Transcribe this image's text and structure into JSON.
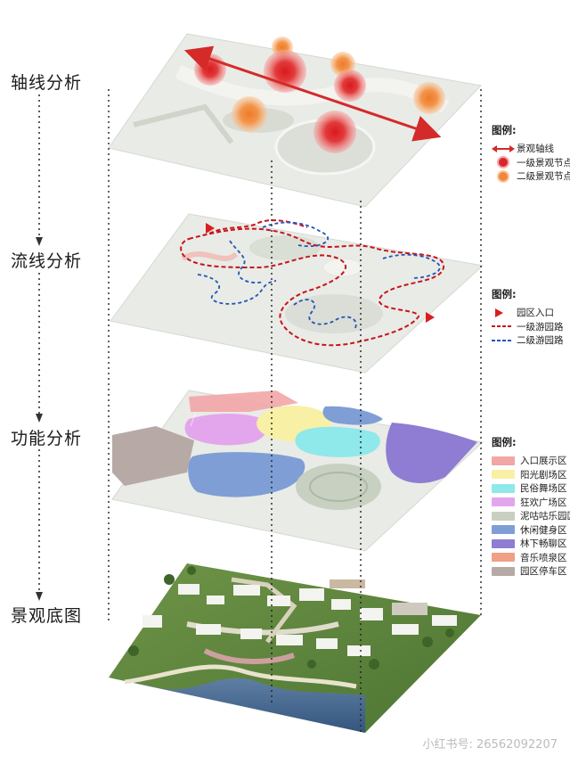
{
  "sections": {
    "axis": "轴线分析",
    "flow": "流线分析",
    "function": "功能分析",
    "base": "景观底图"
  },
  "legend_axis": {
    "title": "图例:",
    "items": [
      {
        "label": "景观轴线",
        "icon": "double-arrow",
        "color": "#d42a2a"
      },
      {
        "label": "一级景观节点",
        "icon": "red-node",
        "color": "#d9262c"
      },
      {
        "label": "二级景观节点",
        "icon": "orange-node",
        "color": "#f0873a"
      }
    ]
  },
  "legend_flow": {
    "title": "图例:",
    "items": [
      {
        "label": "园区入口",
        "icon": "triangle",
        "color": "#d81e1e"
      },
      {
        "label": "一级游园路",
        "icon": "red-dashed-line",
        "color": "#c8141e"
      },
      {
        "label": "二级游园路",
        "icon": "blue-dashed-line",
        "color": "#2156b8"
      }
    ]
  },
  "legend_function": {
    "title": "图例:",
    "items": [
      {
        "label": "入口展示区",
        "color": "#f2a6a6"
      },
      {
        "label": "阳光剧场区",
        "color": "#f8f0a4"
      },
      {
        "label": "民俗舞场区",
        "color": "#8fe8ea"
      },
      {
        "label": "狂欢广场区",
        "color": "#e3a6ec"
      },
      {
        "label": "泥咕咕乐园区",
        "color": "#c8d1c1"
      },
      {
        "label": "休闲健身区",
        "color": "#7f9ed6"
      },
      {
        "label": "林下畅聊区",
        "color": "#8e7dd3"
      },
      {
        "label": "音乐喷泉区",
        "color": "#f0a084"
      },
      {
        "label": "园区停车区",
        "color": "#b7a9a6"
      }
    ]
  },
  "watermark": "小红书号: 26562092207"
}
